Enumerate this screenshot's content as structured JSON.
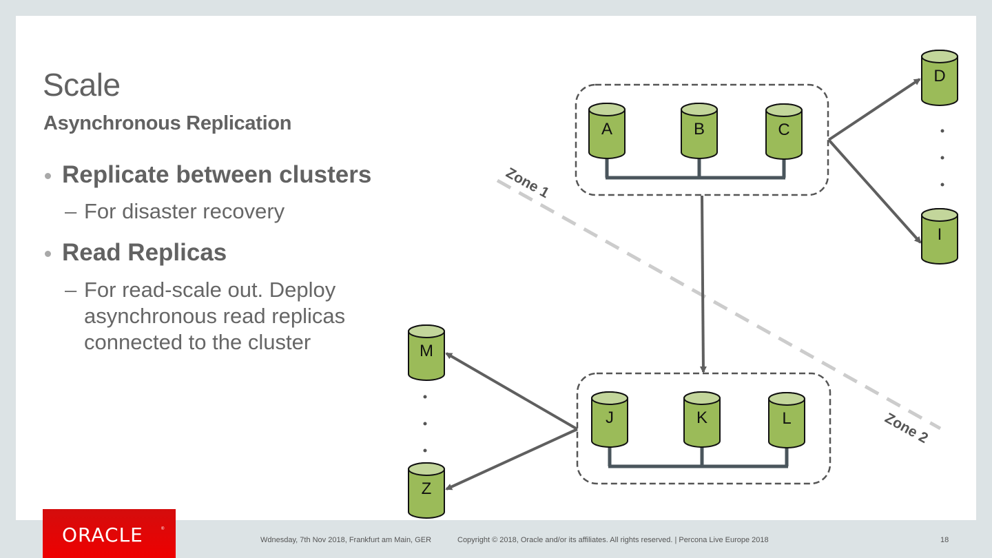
{
  "slide": {
    "title": "Scale",
    "subtitle": "Asynchronous Replication",
    "bullets": [
      {
        "text": "Replicate between clusters",
        "sub": "For disaster recovery"
      },
      {
        "text": "Read Replicas",
        "sub_lines": [
          "For read-scale out. Deploy",
          "asynchronous read replicas",
          "connected to the cluster"
        ]
      }
    ],
    "sub_dash": "–"
  },
  "diagram": {
    "colors": {
      "cylinder_body": "#9bbb59",
      "cylinder_top": "#c3d69b",
      "bus_line": "#4a555c",
      "arrow": "#5f5f5f",
      "cluster_border": "#555555",
      "zone_line": "#cccccc"
    },
    "cluster_1": {
      "nodes": [
        "A",
        "B",
        "C"
      ]
    },
    "cluster_2": {
      "nodes": [
        "J",
        "K",
        "L"
      ]
    },
    "replicas_right": {
      "first": "D",
      "last": "I",
      "ellipsis": "· · ·"
    },
    "replicas_left": {
      "first": "M",
      "last": "Z",
      "ellipsis": "· · ·"
    },
    "zones": [
      "Zone 1",
      "Zone 2"
    ]
  },
  "footer": {
    "logo": "ORACLE",
    "logo_mark": "®",
    "event_info": "Wdnesday, 7th Nov 2018, Frankfurt am Main, GER",
    "copyright": "Copyright © 2018, Oracle and/or its affiliates. All rights reserved.  |  Percona Live Europe 2018",
    "page_number": "18"
  }
}
